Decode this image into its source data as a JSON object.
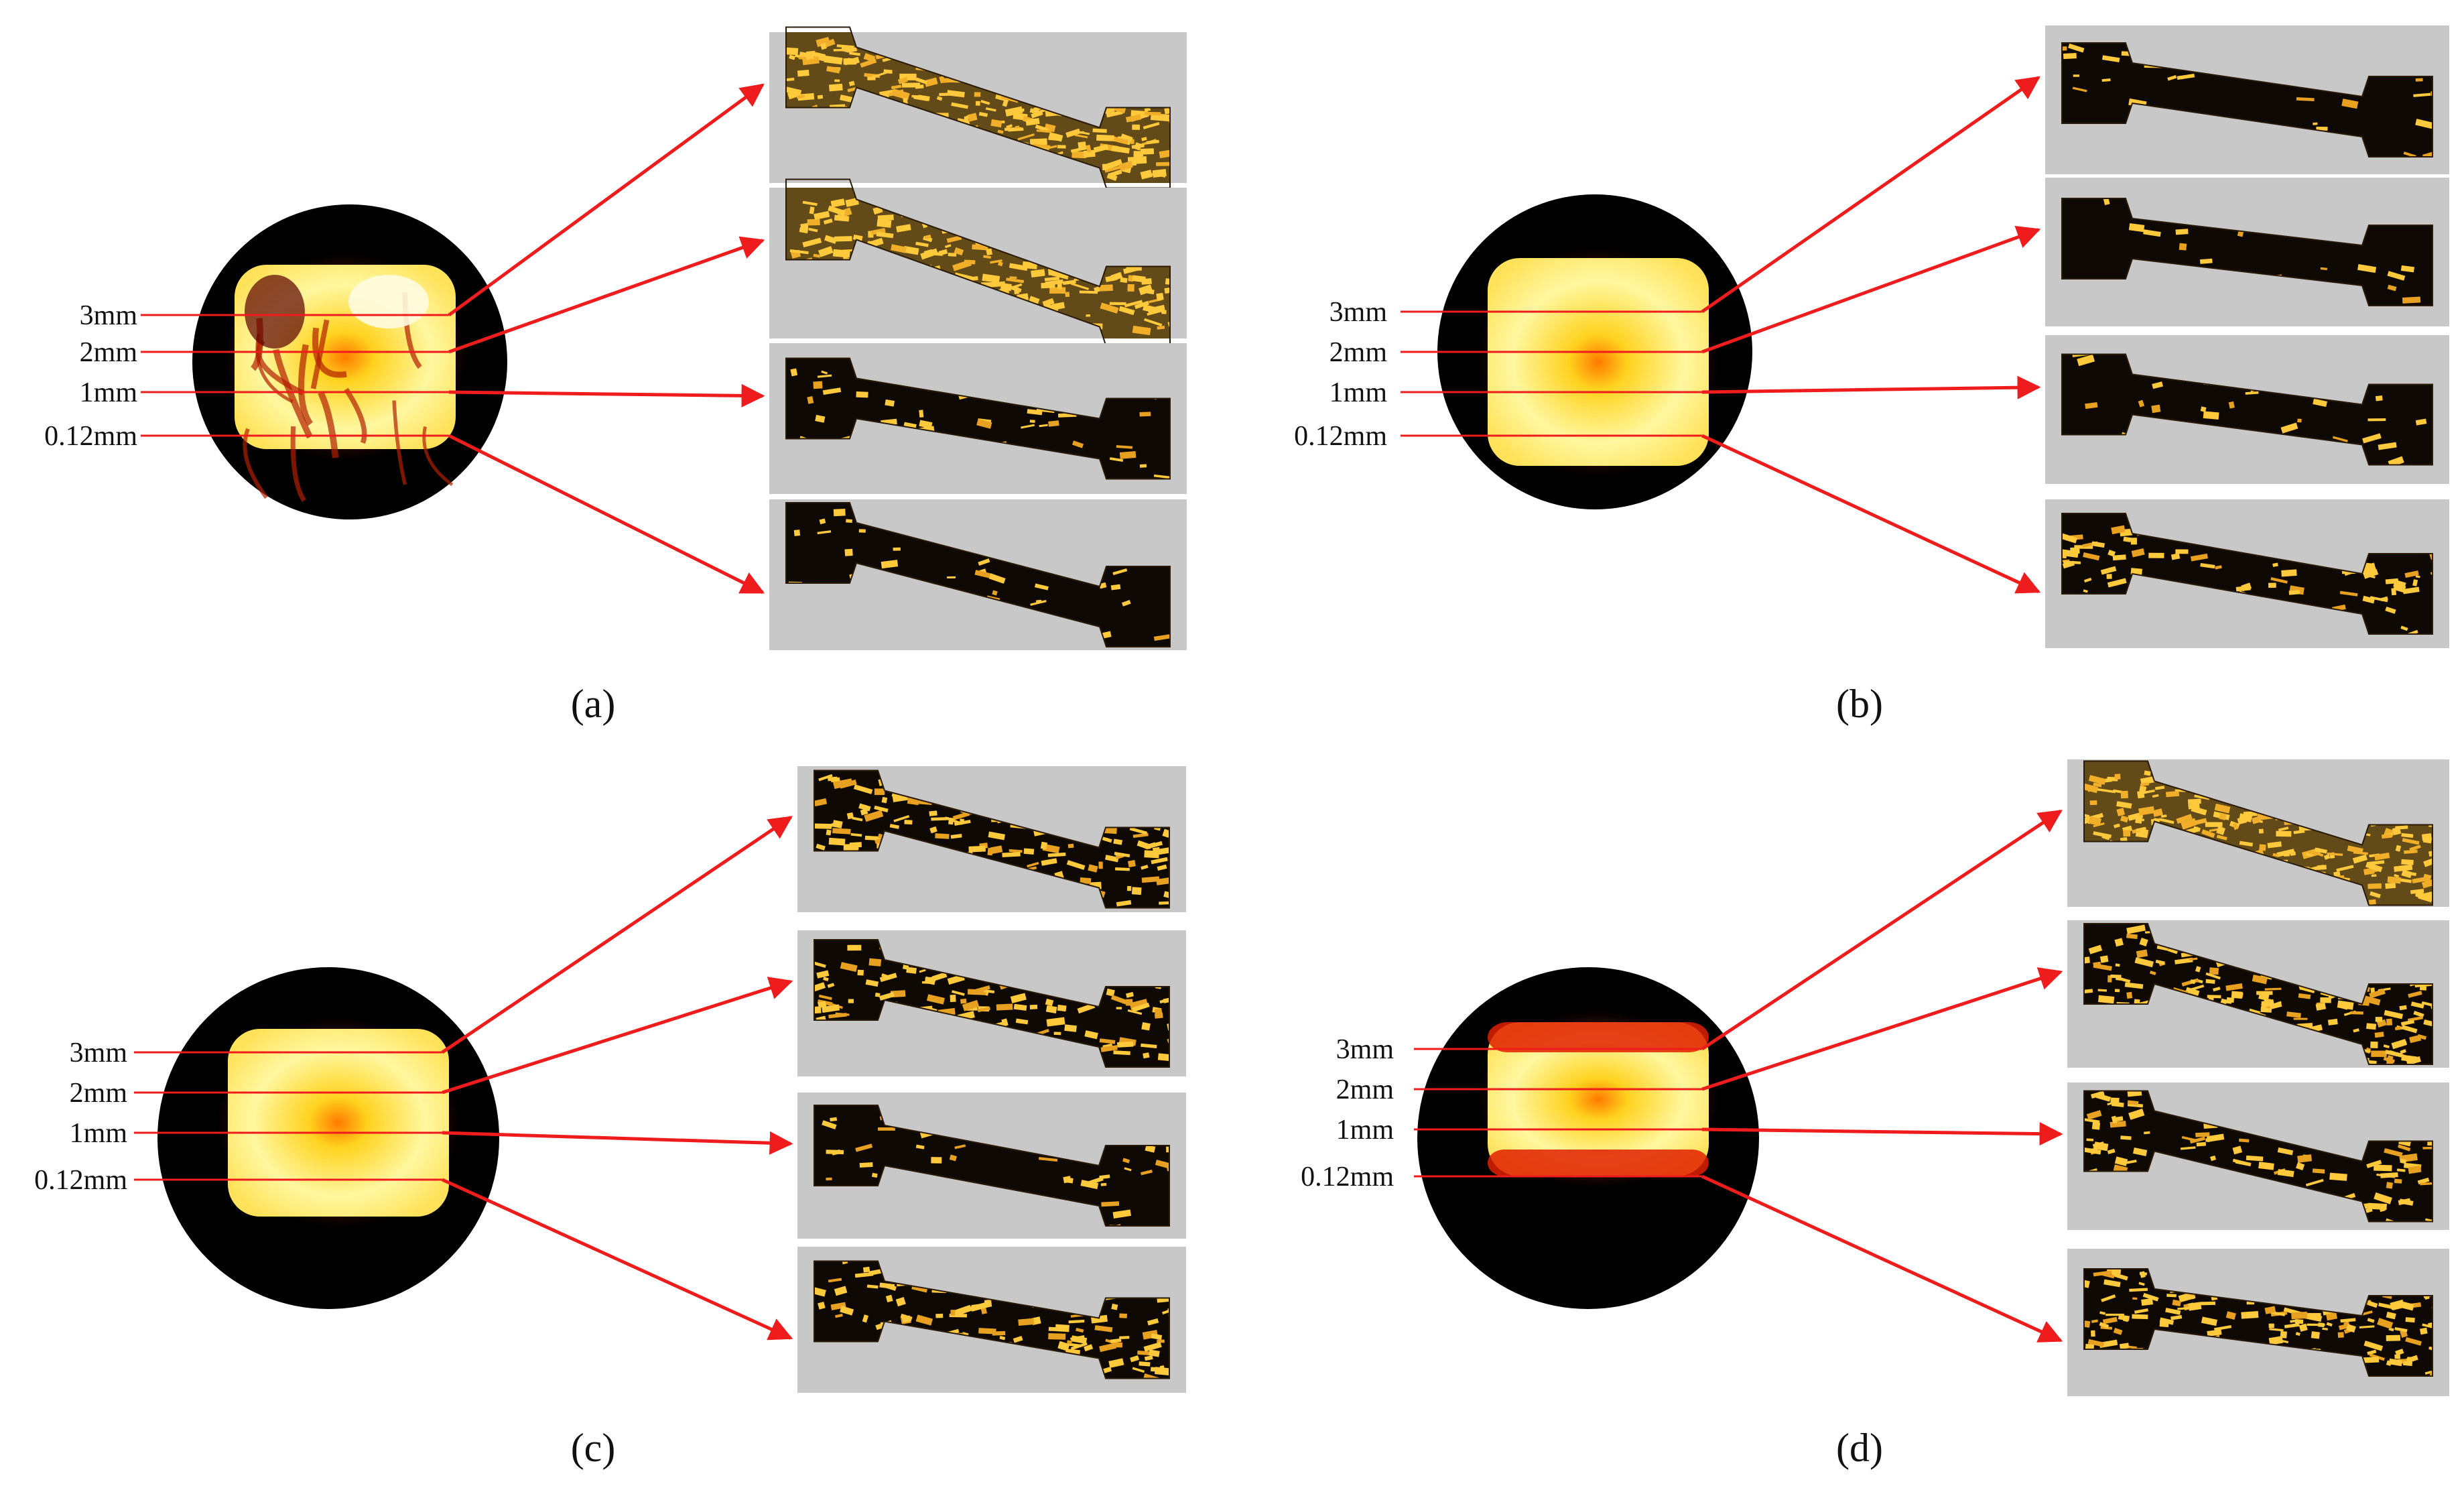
{
  "colors": {
    "arrow": "#ee1c1c",
    "panel_bg": "#c8c8c8",
    "specimen_bright": "#ffc93c",
    "specimen_dark": "#0f0905",
    "disc_dark": "#000000",
    "bright_core": "#fff7a0",
    "hot_orange": "#ff7a00",
    "deep_red": "#e02000"
  },
  "panels": [
    {
      "id": "a",
      "caption": "(a)",
      "labels": [
        "3mm",
        "2mm",
        "1mm",
        "0.12mm"
      ],
      "style": "mottled",
      "specimen_brightness": [
        0.85,
        0.65,
        0.15,
        0.1
      ]
    },
    {
      "id": "b",
      "caption": "(b)",
      "labels": [
        "3mm",
        "2mm",
        "1mm",
        "0.12mm"
      ],
      "style": "uniform",
      "specimen_brightness": [
        0.08,
        0.06,
        0.1,
        0.3
      ]
    },
    {
      "id": "c",
      "caption": "(c)",
      "labels": [
        "3mm",
        "2mm",
        "1mm",
        "0.12mm"
      ],
      "style": "uniform",
      "specimen_brightness": [
        0.45,
        0.45,
        0.15,
        0.35
      ]
    },
    {
      "id": "d",
      "caption": "(d)",
      "labels": [
        "3mm",
        "2mm",
        "1mm",
        "0.12mm"
      ],
      "style": "banded",
      "specimen_brightness": [
        0.75,
        0.6,
        0.35,
        0.6
      ]
    }
  ]
}
